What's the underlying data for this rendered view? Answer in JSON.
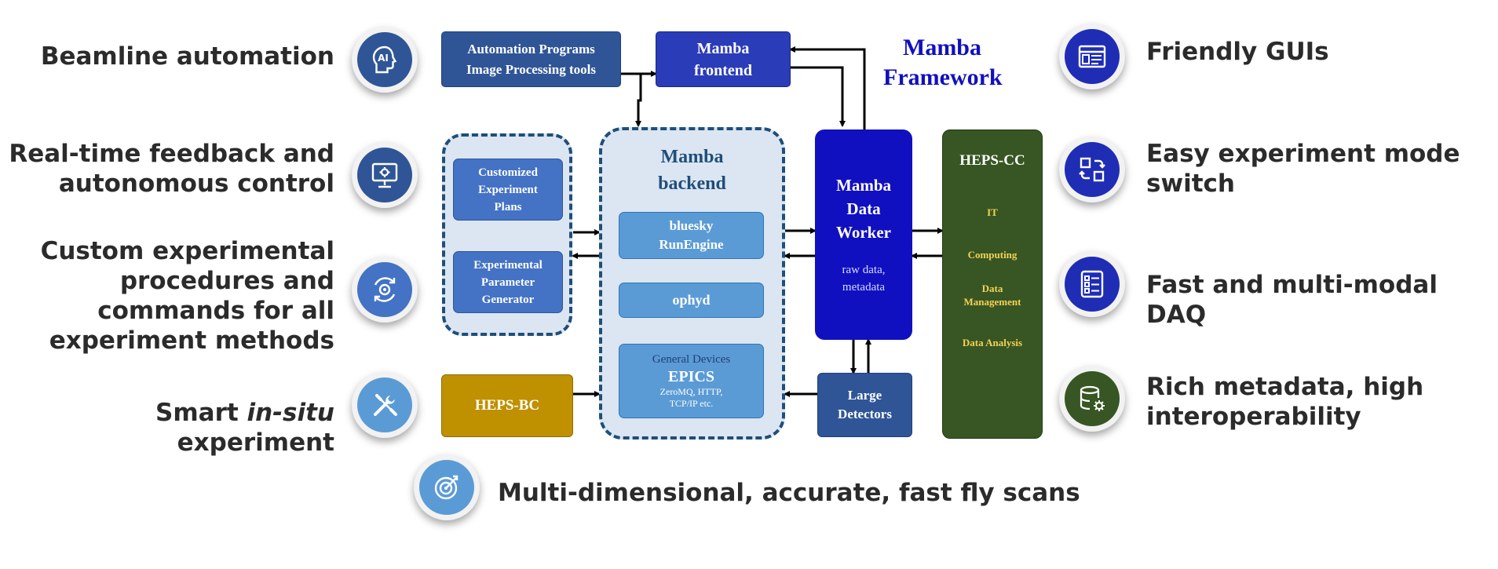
{
  "features_left": [
    {
      "id": "beamline",
      "lines": [
        "Beamline automation"
      ],
      "icon": "ai-head-icon"
    },
    {
      "id": "realtime",
      "lines": [
        "Real-time feedback and",
        "autonomous control"
      ],
      "icon": "monitor-gear-icon"
    },
    {
      "id": "custom",
      "lines": [
        "Custom experimental",
        "procedures and",
        "commands for all",
        "experiment methods"
      ],
      "icon": "gear-cycle-icon"
    },
    {
      "id": "smart",
      "prefix": "Smart ",
      "italic": "in-situ",
      "suffix": " experiment",
      "icon": "tools-icon"
    }
  ],
  "features_right": [
    {
      "id": "gui",
      "lines": [
        "Friendly GUIs"
      ],
      "icon": "browser-window-icon"
    },
    {
      "id": "mode",
      "lines": [
        "Easy experiment mode",
        "switch"
      ],
      "icon": "switch-arrows-icon"
    },
    {
      "id": "daq",
      "lines": [
        "Fast and multi-modal DAQ"
      ],
      "icon": "list-checks-icon"
    },
    {
      "id": "meta",
      "lines": [
        "Rich metadata, high",
        "interoperability"
      ],
      "icon": "database-gear-icon"
    }
  ],
  "feature_bottom": {
    "id": "fly",
    "lines": [
      "Multi-dimensional, accurate, fast fly scans"
    ],
    "icon": "target-icon"
  },
  "diagram": {
    "title": [
      "Mamba",
      "Framework"
    ],
    "automation": [
      "Automation Programs",
      "Image Processing tools"
    ],
    "frontend": [
      "Mamba",
      "frontend"
    ],
    "plans": [
      "Customized",
      "Experiment",
      "Plans"
    ],
    "param": [
      "Experimental",
      "Parameter",
      "Generator"
    ],
    "backend": [
      "Mamba",
      "backend"
    ],
    "runengine": [
      "bluesky",
      "RunEngine"
    ],
    "ophyd": "ophyd",
    "devices": {
      "line1": "General Devices",
      "line2": "EPICS",
      "line3": "ZeroMQ, HTTP,",
      "line4": "TCP/IP etc."
    },
    "worker": [
      "Mamba",
      "Data",
      "Worker"
    ],
    "worker_sub": [
      "raw data,",
      "metadata"
    ],
    "detectors": [
      "Large",
      "Detectors"
    ],
    "hepsbc": "HEPS-BC",
    "hepscc": {
      "title": "HEPS-CC",
      "items": [
        [
          "IT"
        ],
        [
          "Computing"
        ],
        [
          "Data",
          "Management"
        ],
        [
          "Data Analysis"
        ]
      ]
    }
  },
  "colors": {
    "darkblue": "#1f4e79",
    "navy": "#1010c0",
    "royal": "#2b3cb8",
    "mid": "#2f5597",
    "light": "#5b9bd5",
    "gold": "#bf9000",
    "green": "#375623"
  }
}
